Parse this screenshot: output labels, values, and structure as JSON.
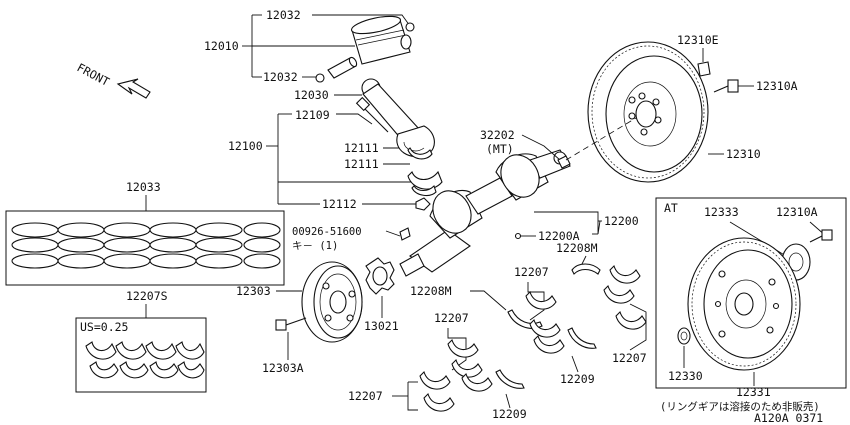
{
  "labels": {
    "p12032a": "12032",
    "p12010": "12010",
    "p12032b": "12032",
    "p12030": "12030",
    "p12109": "12109",
    "p12100": "12100",
    "p12111a": "12111",
    "p12111b": "12111",
    "p12112": "12112",
    "p12033": "12033",
    "p00926": "00926-51600",
    "key": "キ－ (1)",
    "p32202": "32202",
    "mt": "(MT)",
    "p12200": "12200",
    "p12200a": "12200A",
    "p12310e": "12310E",
    "p12310a": "12310A",
    "p12310": "12310",
    "at": "AT",
    "p12333": "12333",
    "p12310a_at": "12310A",
    "p12330": "12330",
    "p12331": "12331",
    "ring_gear_note": "(リングギアは溶接のため非販売)",
    "p12303": "12303",
    "p12303a": "12303A",
    "p13021": "13021",
    "p12207s": "12207S",
    "us": "US=0.25",
    "p12208m_a": "12208M",
    "p12208m_b": "12208M",
    "p12207_a": "12207",
    "p12207_b": "12207",
    "p12207_c": "12207",
    "p12207_d": "12207",
    "p12209_a": "12209",
    "p12209_b": "12209",
    "front": "FRONT",
    "ref_code": "A120A 0371"
  }
}
